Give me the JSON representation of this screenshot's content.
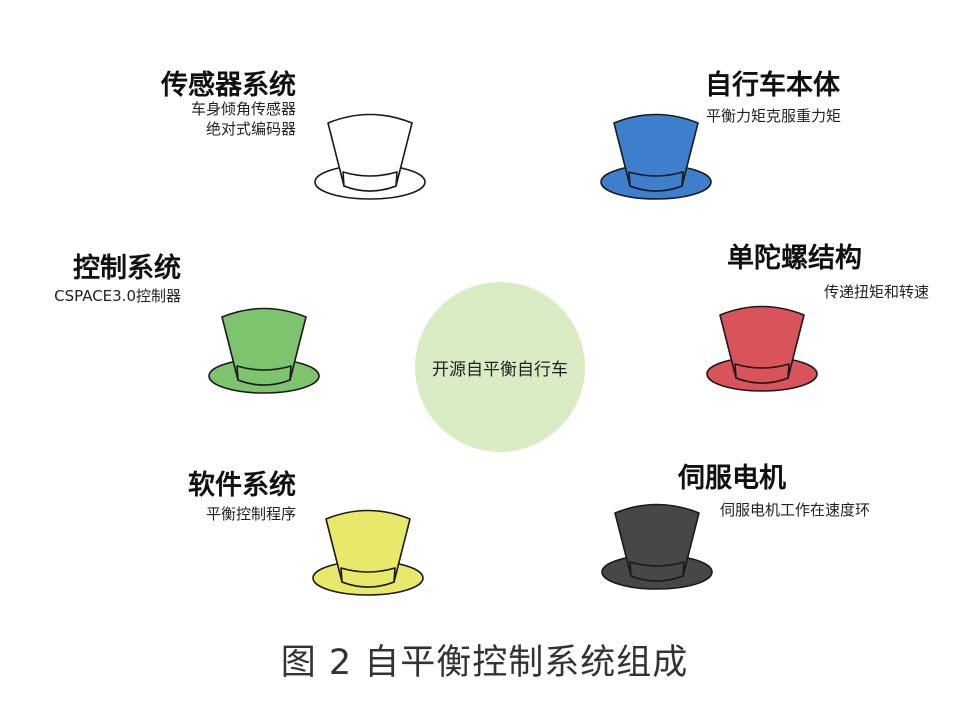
{
  "center": {
    "label": "开源自平衡自行车",
    "color": "#d9ecc4"
  },
  "caption": "图 2 自平衡控制系统组成",
  "nodes": {
    "sensor": {
      "title": "传感器系统",
      "lines": [
        "车身倾角传感器",
        "绝对式编码器"
      ],
      "color": "#ffffff"
    },
    "control": {
      "title": "控制系统",
      "lines": [
        "CSPACE3.0控制器"
      ],
      "color": "#7ec46e"
    },
    "software": {
      "title": "软件系统",
      "lines": [
        "平衡控制程序"
      ],
      "color": "#e8e86a"
    },
    "bike": {
      "title": "自行车本体",
      "lines": [
        "平衡力矩克服重力矩"
      ],
      "color": "#3d7fcc"
    },
    "gyro": {
      "title": "单陀螺结构",
      "lines": [
        "传递扭矩和转速"
      ],
      "color": "#d9535a"
    },
    "servo": {
      "title": "伺服电机",
      "lines": [
        "伺服电机工作在速度环"
      ],
      "color": "#474747"
    }
  }
}
